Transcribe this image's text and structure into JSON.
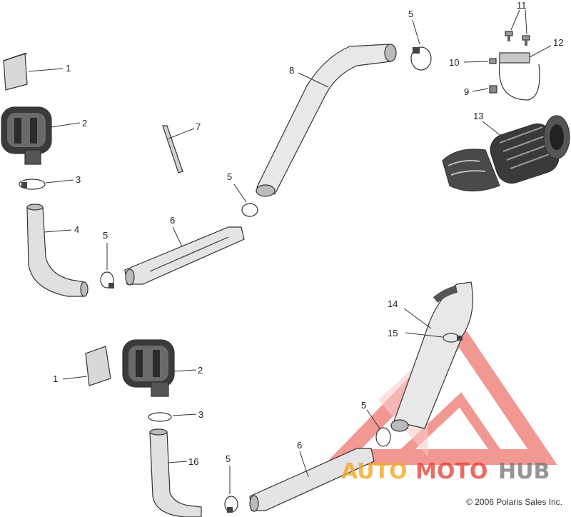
{
  "callouts": {
    "p1_top": "1",
    "p2_top": "2",
    "p3_top": "3",
    "p4": "4",
    "p5_a": "5",
    "p5_b": "5",
    "p5_c": "5",
    "p5_d": "5",
    "p5_e": "5",
    "p6_top": "6",
    "p6_bottom": "6",
    "p7": "7",
    "p8": "8",
    "p9": "9",
    "p10": "10",
    "p11": "11",
    "p12": "12",
    "p13": "13",
    "p14": "14",
    "p15": "15",
    "p16": "16",
    "p1_bottom": "1",
    "p2_bottom": "2",
    "p3_bottom": "3"
  },
  "copyright": "© 2006 Polaris Sales Inc.",
  "watermark": {
    "part1": "AUTO",
    "part2": "MOTO",
    "part3": "HUB",
    "colors": {
      "orange": "#f5a623",
      "red": "#e8453c",
      "gray": "#7a7a7a"
    }
  }
}
